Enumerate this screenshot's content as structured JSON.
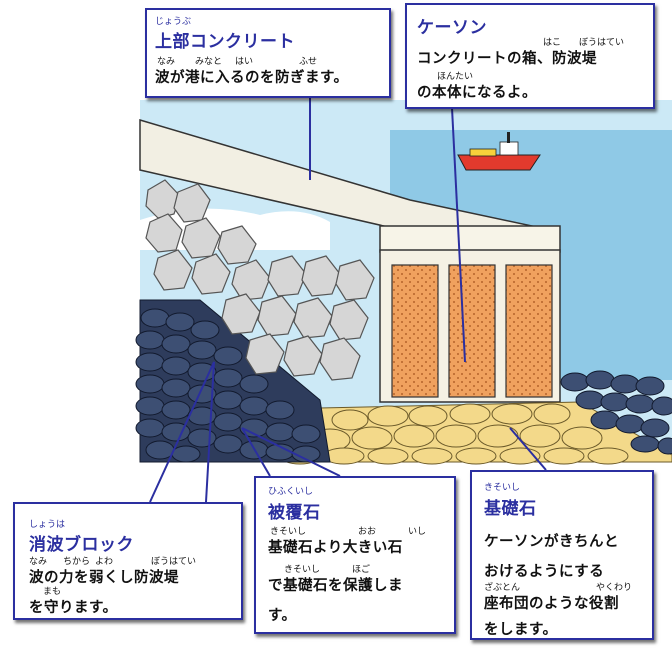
{
  "labels": {
    "upper": {
      "title_ruby": "じょうぶ",
      "title": "上部コンクリート",
      "ruby1": "なみ",
      "ruby2": "みなと",
      "ruby3": "はい",
      "ruby4": "ふせ",
      "line1": "波が港に入るのを防ぎます。"
    },
    "caisson": {
      "title": "ケーソン",
      "ruby1": "はこ",
      "ruby2": "ぼうはてい",
      "line1": "コンクリートの箱、防波堤",
      "ruby3": "ほんたい",
      "line2": "の本体になるよ。"
    },
    "shouha": {
      "title_ruby": "しょうは",
      "title": "消波ブロック",
      "ruby1": "なみ",
      "ruby2": "ちから",
      "ruby3": "よわ",
      "ruby4": "ぼうはてい",
      "line1": "波の力を弱くし防波堤",
      "ruby5": "まも",
      "line2": "を守ります。"
    },
    "hifuku": {
      "title_ruby": "ひふくいし",
      "title": "被覆石",
      "ruby1": "きそいし",
      "ruby2": "おお",
      "ruby3": "いし",
      "line1": "基礎石より大きい石",
      "ruby4": "きそいし",
      "ruby5": "ほご",
      "line2": "で基礎石を保護しま",
      "line3": "す。"
    },
    "kiso": {
      "title_ruby": "きそいし",
      "title": "基礎石",
      "line1": "ケーソンがきちんと",
      "line2": "おけるようにする",
      "ruby1": "ざぶとん",
      "ruby2": "やくわり",
      "line3": "座布団のような役割",
      "line4": "をします。"
    }
  },
  "colors": {
    "sky": "#cce9f6",
    "sea": "#8fc9e6",
    "label_border": "#2b2fa0",
    "caisson_fill": "#f0a15e",
    "foundation_stone": "#f3d98a",
    "armor_stone": "#3d4f73",
    "tetrapod": "#d6d6d6",
    "ship_hull": "#e23a2d"
  }
}
